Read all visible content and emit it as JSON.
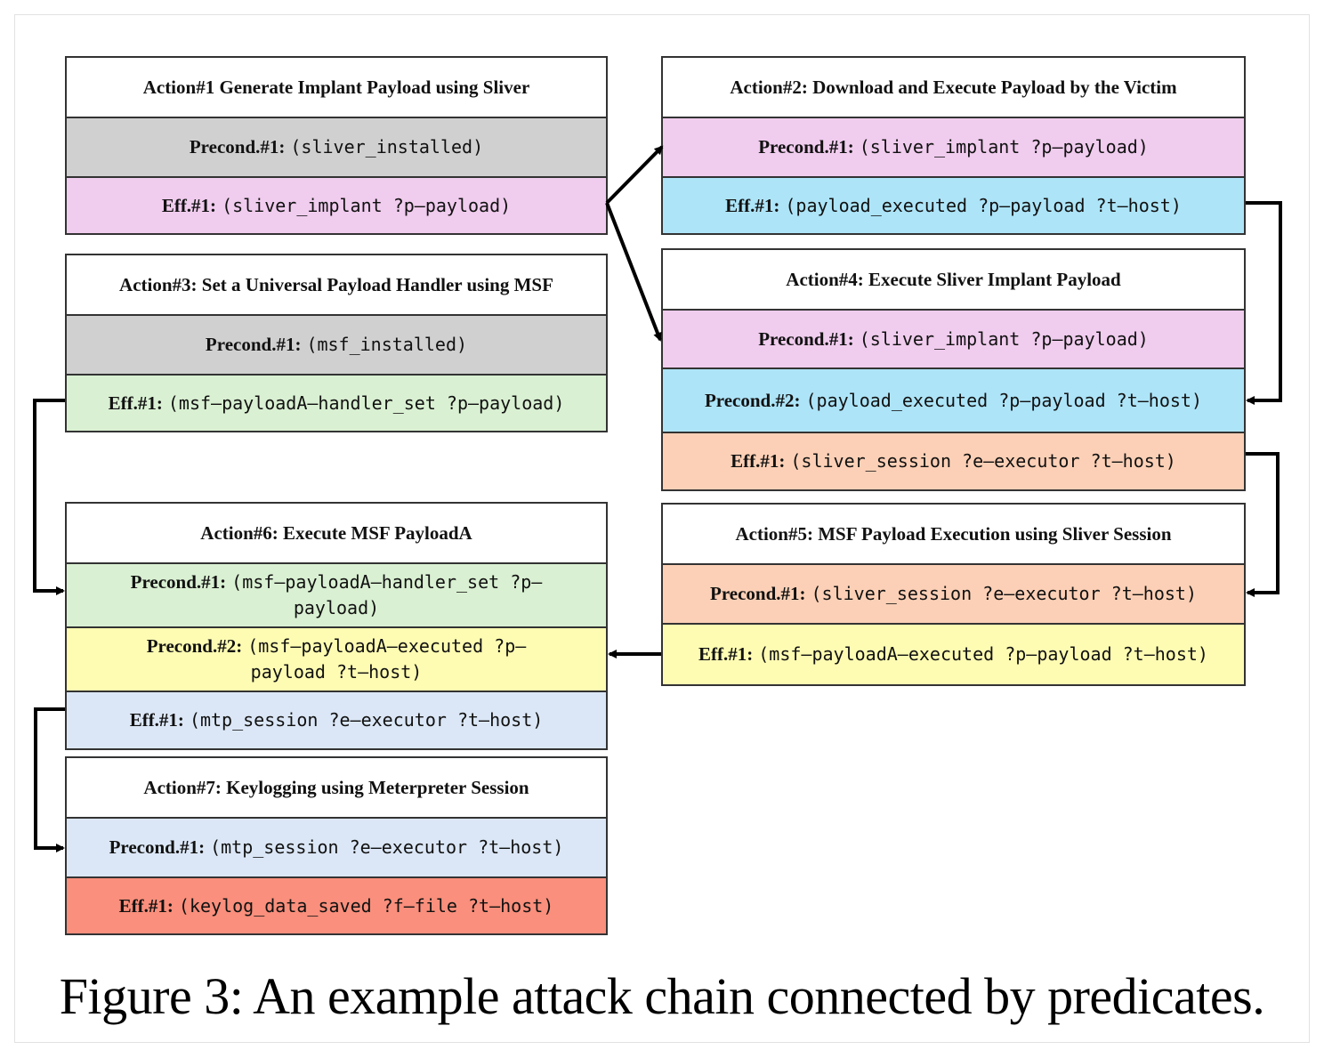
{
  "figure": {
    "caption": "Figure 3: An example attack chain connected by predicates.",
    "colors": {
      "gray": "#d0d0d0",
      "pink": "#f0ccee",
      "cyan": "#ade4f8",
      "green": "#d9f0d2",
      "peach": "#fcd0b6",
      "yellow": "#fefcb2",
      "light_blue": "#dbe7f6",
      "red": "#f98f7c"
    }
  },
  "actions": [
    {
      "title": "Action#1 Generate Implant Payload using Sliver",
      "rows": [
        {
          "label": "Precond.#1:",
          "predicate": "(sliver_installed)",
          "color": "gray"
        },
        {
          "label": "Eff.#1:",
          "predicate": "(sliver_implant ?p–payload)",
          "color": "pink"
        }
      ]
    },
    {
      "title": "Action#2: Download and Execute Payload by the Victim",
      "rows": [
        {
          "label": "Precond.#1:",
          "predicate": "(sliver_implant ?p–payload)",
          "color": "pink"
        },
        {
          "label": "Eff.#1:",
          "predicate": "(payload_executed ?p–payload ?t–host)",
          "color": "cyan"
        }
      ]
    },
    {
      "title": "Action#3: Set a Universal Payload Handler using MSF",
      "rows": [
        {
          "label": "Precond.#1:",
          "predicate": "(msf_installed)",
          "color": "gray"
        },
        {
          "label": "Eff.#1:",
          "predicate": "(msf–payloadA–handler_set ?p–payload)",
          "color": "green"
        }
      ]
    },
    {
      "title": "Action#4: Execute Sliver Implant Payload",
      "rows": [
        {
          "label": "Precond.#1:",
          "predicate": "(sliver_implant ?p–payload)",
          "color": "pink"
        },
        {
          "label": "Precond.#2:",
          "predicate": "(payload_executed ?p–payload ?t–host)",
          "color": "cyan"
        },
        {
          "label": "Eff.#1:",
          "predicate": "(sliver_session ?e—executor ?t–host)",
          "color": "peach"
        }
      ]
    },
    {
      "title": "Action#5: MSF Payload Execution using Sliver Session",
      "rows": [
        {
          "label": "Precond.#1:",
          "predicate": "(sliver_session ?e—executor ?t–host)",
          "color": "peach"
        },
        {
          "label": "Eff.#1:",
          "predicate": "(msf–payloadA–executed ?p–payload ?t–host)",
          "color": "yellow"
        }
      ]
    },
    {
      "title": "Action#6: Execute MSF PayloadA",
      "rows": [
        {
          "label": "Precond.#1:",
          "predicate": "(msf–payloadA–handler_set ?p–payload)",
          "color": "green"
        },
        {
          "label": "Precond.#2:",
          "predicate": "(msf–payloadA–executed ?p–payload ?t–host)",
          "color": "yellow"
        },
        {
          "label": "Eff.#1:",
          "predicate": "(mtp_session ?e—executor ?t–host)",
          "color": "light_blue"
        }
      ]
    },
    {
      "title": "Action#7: Keylogging using Meterpreter Session",
      "rows": [
        {
          "label": "Precond.#1:",
          "predicate": "(mtp_session ?e—executor ?t–host)",
          "color": "light_blue"
        },
        {
          "label": "Eff.#1:",
          "predicate": "(keylog_data_saved ?f–file ?t–host)",
          "color": "red"
        }
      ]
    }
  ],
  "links": [
    {
      "from": "Action#1 Eff.#1",
      "to": "Action#2 Precond.#1"
    },
    {
      "from": "Action#1 Eff.#1",
      "to": "Action#4 Precond.#1"
    },
    {
      "from": "Action#2 Eff.#1",
      "to": "Action#4 Precond.#2"
    },
    {
      "from": "Action#3 Eff.#1",
      "to": "Action#6 Precond.#1"
    },
    {
      "from": "Action#4 Eff.#1",
      "to": "Action#5 Precond.#1"
    },
    {
      "from": "Action#5 Eff.#1",
      "to": "Action#6 Precond.#2"
    },
    {
      "from": "Action#6 Eff.#1",
      "to": "Action#7 Precond.#1"
    }
  ]
}
